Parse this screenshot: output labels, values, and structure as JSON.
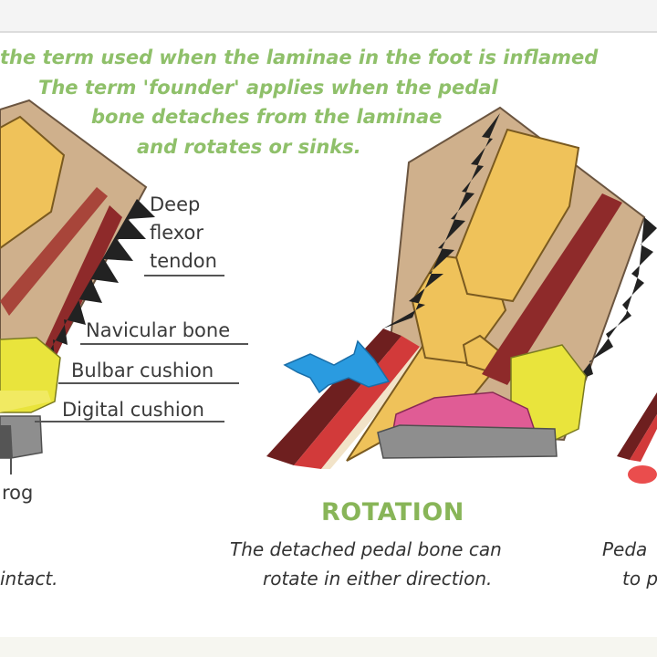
{
  "intro": {
    "line1": "the term used when the laminae in the foot is inflamed",
    "line2": "The term 'founder' applies when the pedal",
    "line3": "bone detaches from the laminae",
    "line4": "and rotates or sinks."
  },
  "labels": {
    "deep": "Deep",
    "flexor": "flexor",
    "tendon": "tendon",
    "navicular": "Navicular bone",
    "bulbar": "Bulbar cushion",
    "digital": "Digital cushion",
    "frog": "rog"
  },
  "left_caption": {
    "fragment": "intact."
  },
  "rotation": {
    "title": "ROTATION",
    "line1": "The detached pedal bone can",
    "line2": "rotate in either direction."
  },
  "right_caption": {
    "line1": "Peda",
    "line2": "to p"
  },
  "colors": {
    "intro_text": "#8fc06a",
    "caption_title": "#88b558",
    "hoof_wall": "#cfb08c",
    "bone": "#efc25a",
    "tendon": "#8e2a2a",
    "cushion": "#e9e43c",
    "pink_cushion": "#e05c95",
    "sole": "#8e8e8e",
    "arrow": "#2a9be0"
  }
}
